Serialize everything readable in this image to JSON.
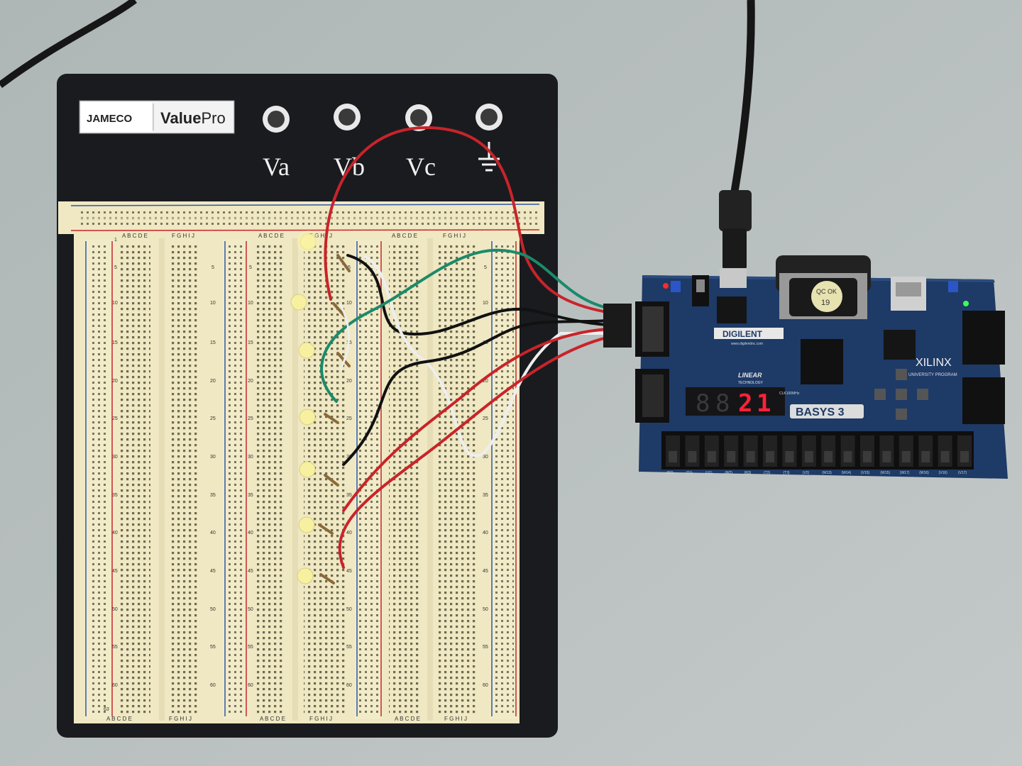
{
  "breadboard": {
    "brand_left": "JAMECO",
    "brand_right_a": "Value",
    "brand_right_b": "Pro",
    "post_labels": [
      "Va",
      "Vb",
      "Vc"
    ],
    "col_letters_a": "A B C D E",
    "col_letters_b": "F G H I J",
    "row_numbers": [
      "1",
      "5",
      "10",
      "15",
      "20",
      "25",
      "30",
      "35",
      "40",
      "45",
      "50",
      "55",
      "60",
      "63"
    ]
  },
  "fpga_board": {
    "maker": "DIGILENT",
    "maker_url": "www.digilentinc.com",
    "fpga_vendor": "XILINX",
    "vendor_program": "UNIVERSITY PROGRAM",
    "board_name": "BASYS 3",
    "linear_a": "LINEAR",
    "linear_b": "TECHNOLOGY",
    "qc_label": "QC OK",
    "qc_number": "19",
    "seven_seg_digits": [
      "2",
      "1"
    ],
    "clock_label": "CLK100MHz",
    "switch_labels": [
      "(R2)",
      "(T1)",
      "(U1)",
      "(W2)",
      "(R3)",
      "(T2)",
      "(T3)",
      "(V2)",
      "(W13)",
      "(W14)",
      "(V15)",
      "(W15)",
      "(W17)",
      "(W16)",
      "(V16)",
      "(V17)"
    ]
  },
  "colors": {
    "table": "#b8bfbf",
    "breadboard_frame": "#1a1b1f",
    "breadboard_body": "#efe8c2",
    "pcb": "#1e3a66",
    "wire_red": "#c8242a",
    "wire_green": "#1b8a6a",
    "wire_black": "#111111",
    "wire_white": "#eeeeee",
    "seg_on": "#ff2238",
    "led": "#f6f0a0"
  }
}
